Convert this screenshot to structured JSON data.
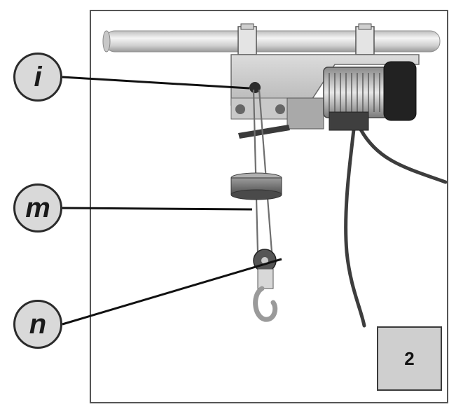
{
  "callouts": {
    "i": "i",
    "m": "m",
    "n": "n"
  },
  "figure_number": "2",
  "colors": {
    "callout_fill": "#d9d9d9",
    "callout_border": "#2b2b2b",
    "frame_border": "#555555",
    "number_box_fill": "#cfcfcf"
  },
  "icons": [
    "electric-hoist-illustration"
  ]
}
